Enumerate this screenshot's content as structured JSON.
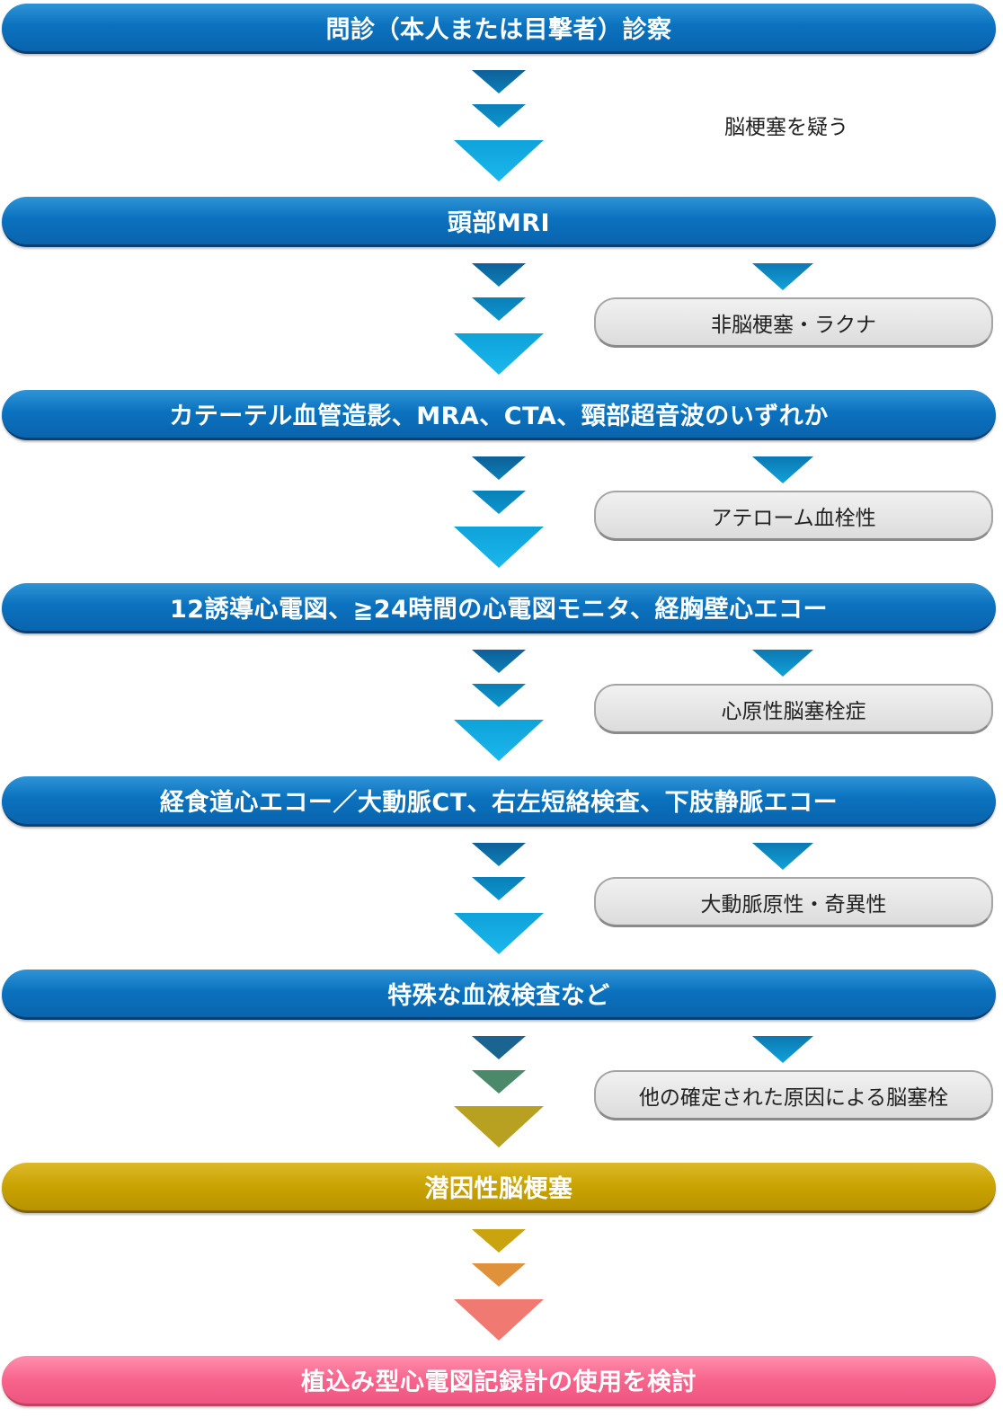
{
  "steps": [
    {
      "label": "問診（本人または目撃者）診察",
      "style": "blue"
    },
    {
      "label": "頭部MRI",
      "style": "blue"
    },
    {
      "label": "カテーテル血管造影、MRA、CTA、頸部超音波のいずれか",
      "style": "blue"
    },
    {
      "label": "12誘導心電図、≧24時間の心電図モニタ、経胸壁心エコー",
      "style": "blue"
    },
    {
      "label": "経食道心エコー／大動脈CT、右左短絡検査、下肢静脈エコー",
      "style": "blue"
    },
    {
      "label": "特殊な血液検査など",
      "style": "blue"
    },
    {
      "label": "潜因性脳梗塞",
      "style": "gold"
    },
    {
      "label": "植込み型心電図記録計の使用を検討",
      "style": "pink"
    }
  ],
  "note": "脳梗塞を疑う",
  "branches": [
    {
      "label": "非脳梗塞・ラクナ"
    },
    {
      "label": "アテローム血栓性"
    },
    {
      "label": "心原性脳塞栓症"
    },
    {
      "label": "大動脈原性・奇異性"
    },
    {
      "label": "他の確定された原因による脳塞栓"
    }
  ],
  "colors": {
    "step_blue": "#0b72bf",
    "step_gold": "#c9a300",
    "step_pink": "#f7648c",
    "branch_gray": "#dcdcdc",
    "arrow_dark": "#0b5e97",
    "arrow_mid": "#0987bf",
    "arrow_light": "#10a8e0"
  }
}
